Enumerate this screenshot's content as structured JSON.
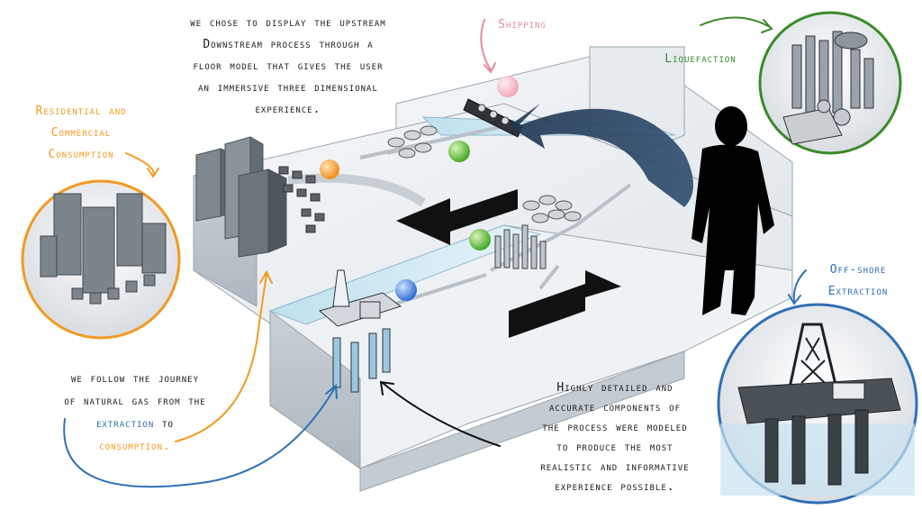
{
  "intro": {
    "lines": [
      "we chose to display the upstream",
      "Downstream process through a",
      "floor model that gives the user",
      "an immersive three dimensional",
      "experience."
    ]
  },
  "shipping": {
    "label": "Shipping",
    "color": "#e98a9a"
  },
  "liquefaction": {
    "label": "Liquefaction",
    "color": "#3a8a2a"
  },
  "residential": {
    "lines": [
      "Residential and",
      "Commercial",
      "Consumption"
    ],
    "color": "#f29a21"
  },
  "offshore": {
    "lines": [
      "Off-shore",
      "Extraction"
    ],
    "color": "#2f6fb5"
  },
  "journey": {
    "line1": "we follow the journey",
    "line2": "of natural gas from the",
    "extraction_word": "extraction",
    "to_word": "to",
    "consumption_word": "consumption."
  },
  "detail": {
    "lines": [
      "Highly detailed and",
      "accurate components of",
      "the process were modeled",
      "to produce the most",
      "realistic and informative",
      "experience possible."
    ]
  },
  "icons": {
    "markers": [
      "orange-marker",
      "green-marker",
      "pink-marker",
      "green-marker",
      "blue-marker"
    ]
  }
}
